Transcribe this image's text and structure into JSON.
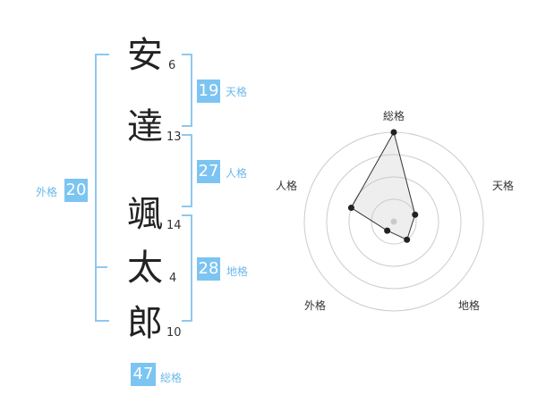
{
  "name_chars": [
    {
      "char": "安",
      "strokes": "6"
    },
    {
      "char": "達",
      "strokes": "13"
    },
    {
      "char": "颯",
      "strokes": "14"
    },
    {
      "char": "太",
      "strokes": "4"
    },
    {
      "char": "郎",
      "strokes": "10"
    }
  ],
  "kaku": {
    "tenkaku": {
      "value": "19",
      "label": "天格"
    },
    "jinkaku": {
      "value": "27",
      "label": "人格"
    },
    "chikaku": {
      "value": "28",
      "label": "地格"
    },
    "gaikaku": {
      "value": "20",
      "label": "外格"
    },
    "soukaku": {
      "value": "47",
      "label": "総格"
    }
  },
  "colors": {
    "accent": "#7cc4f2",
    "bracket": "#8ec8f0"
  },
  "chart_data": {
    "type": "radar",
    "axes": [
      "総格",
      "天格",
      "地格",
      "外格",
      "人格"
    ],
    "values": [
      4,
      1,
      1,
      0.5,
      2
    ],
    "max": 4,
    "rings": 4,
    "ring_labels_shown": false
  }
}
